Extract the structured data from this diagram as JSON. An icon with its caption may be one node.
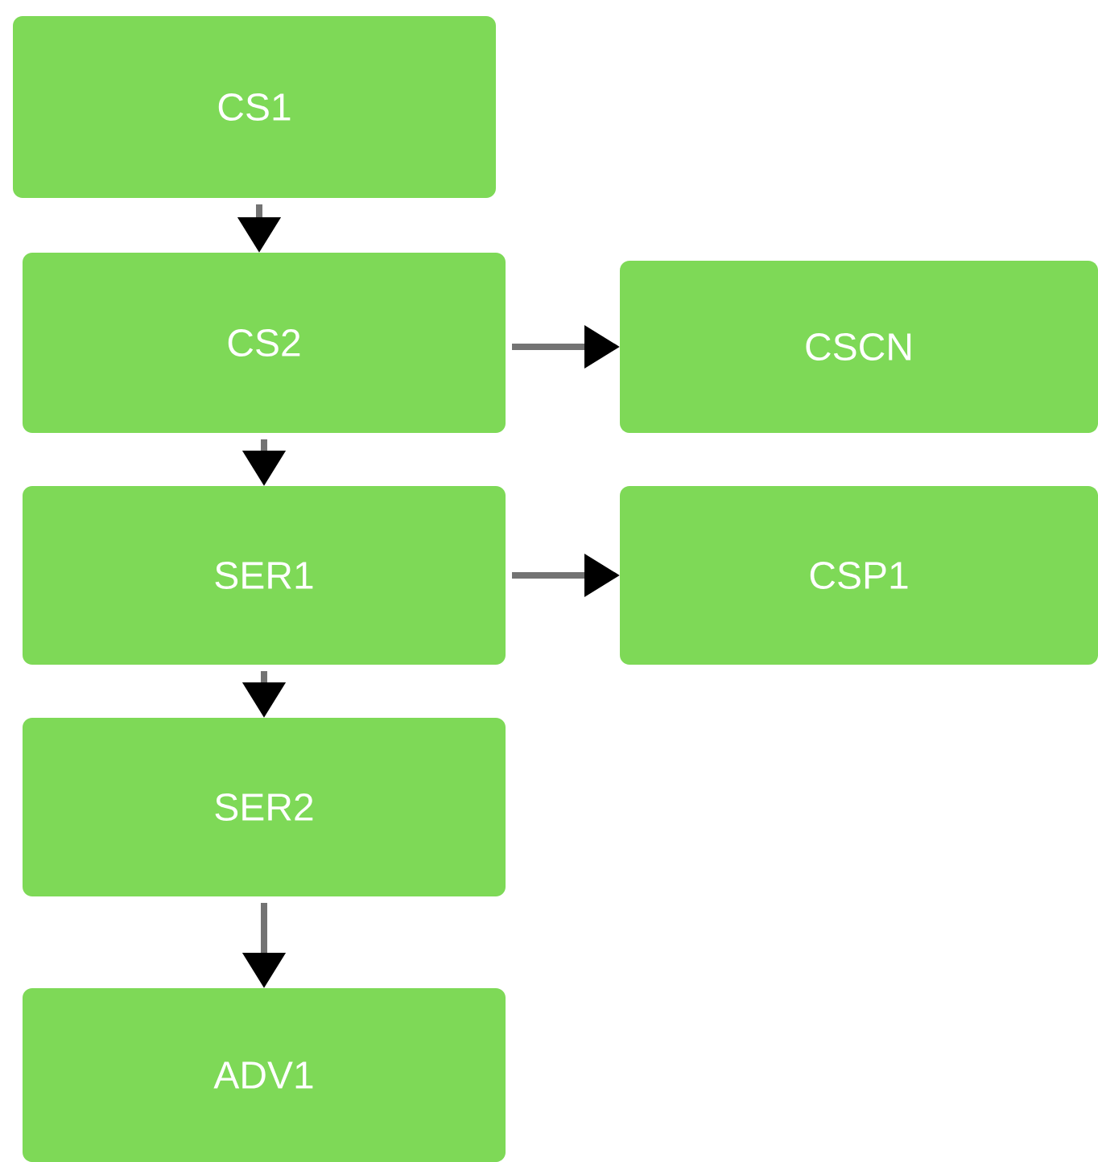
{
  "diagram": {
    "nodes": [
      {
        "text": [
          "CS1"
        ]
      },
      {
        "text": [
          "CS2"
        ]
      },
      {
        "text": [
          "CSCN"
        ]
      },
      {
        "text": [
          "SER1"
        ]
      },
      {
        "text": [
          "CSP1"
        ]
      },
      {
        "text": [
          "SER2"
        ]
      },
      {
        "text": [
          "ADV1"
        ]
      }
    ],
    "edges": [
      {
        "from": 0,
        "to": 1,
        "arrow": "to"
      },
      {
        "from": 1,
        "to": 2,
        "arrow": "to"
      },
      {
        "from": 1,
        "to": 3,
        "arrow": "to"
      },
      {
        "from": 3,
        "to": 4,
        "arrow": "to"
      },
      {
        "from": 3,
        "to": 5,
        "arrow": "to"
      },
      {
        "from": 5,
        "to": 6,
        "arrow": "to"
      }
    ]
  }
}
